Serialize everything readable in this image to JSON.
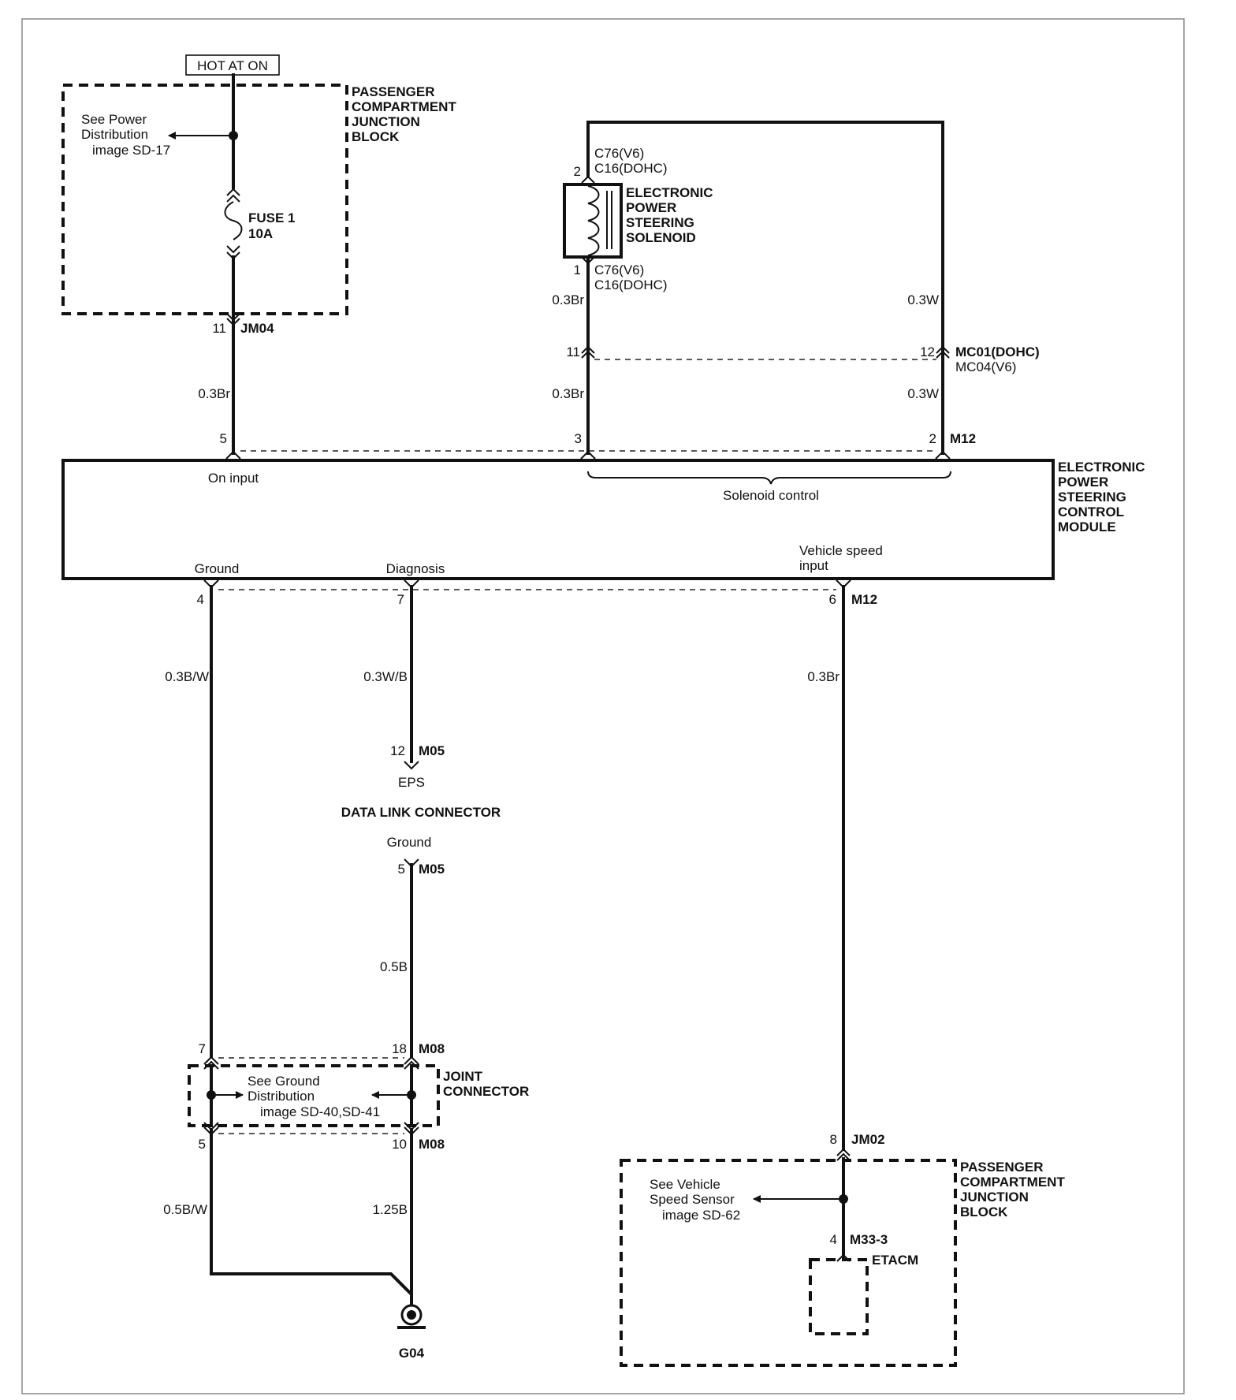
{
  "hot_at_on": "HOT AT ON",
  "pcjb_top": {
    "label": [
      "PASSENGER",
      "COMPARTMENT",
      "JUNCTION",
      "BLOCK"
    ],
    "see_power": [
      "See Power",
      "Distribution",
      "image SD-17"
    ],
    "fuse": [
      "FUSE 1",
      "10A"
    ]
  },
  "jm04": {
    "pin": "11",
    "name": "JM04"
  },
  "solenoid": {
    "pin_top": "2",
    "conn_top": [
      "C76(V6)",
      "C16(DOHC)"
    ],
    "label": [
      "ELECTRONIC",
      "POWER",
      "STEERING",
      "SOLENOID"
    ],
    "pin_bottom": "1",
    "conn_bottom": [
      "C76(V6)",
      "C16(DOHC)"
    ]
  },
  "mc01": {
    "pin_left": "11",
    "pin_right": "12",
    "name": [
      "MC01(DOHC)",
      "MC04(V6)"
    ]
  },
  "wires": {
    "fuse_to_module": "0.3Br",
    "sol_br_upper": "0.3Br",
    "sol_br_lower": "0.3Br",
    "sol_w_upper": "0.3W",
    "sol_w_lower": "0.3W",
    "ground": "0.3B/W",
    "diag": "0.3W/B",
    "speed": "0.3Br",
    "dlc_ground": "0.5B",
    "ground_bw": "0.5B/W",
    "ground_b": "1.25B"
  },
  "module": {
    "label": [
      "ELECTRONIC",
      "POWER",
      "STEERING",
      "CONTROL",
      "MODULE"
    ],
    "on_input": "On input",
    "solenoid_control": "Solenoid control",
    "ground": "Ground",
    "diagnosis": "Diagnosis",
    "vehicle_speed": [
      "Vehicle speed",
      "input"
    ],
    "pins_top": {
      "on": "5",
      "sol_a": "3",
      "sol_b": "2",
      "conn": "M12"
    },
    "pins_bottom": {
      "ground": "4",
      "diag": "7",
      "speed": "6",
      "conn": "M12"
    }
  },
  "dlc": {
    "pin": "12",
    "conn": "M05",
    "eps": "EPS",
    "title": "DATA LINK CONNECTOR",
    "ground": "Ground",
    "ground_pin": "5",
    "ground_conn": "M05"
  },
  "joint": {
    "pin_tl": "7",
    "pin_tr": "18",
    "conn_top": "M08",
    "pin_bl": "5",
    "pin_br": "10",
    "conn_bottom": "M08",
    "label": [
      "JOINT",
      "CONNECTOR"
    ],
    "see": [
      "See Ground",
      "Distribution",
      "image SD-40,SD-41"
    ]
  },
  "ground_point": "G04",
  "pcjb_bottom": {
    "pin": "8",
    "conn": "JM02",
    "label": [
      "PASSENGER",
      "COMPARTMENT",
      "JUNCTION",
      "BLOCK"
    ],
    "see": [
      "See Vehicle",
      "Speed Sensor",
      "image SD-62"
    ],
    "etacm_pin": "4",
    "etacm_conn": "M33-3",
    "etacm": "ETACM"
  }
}
